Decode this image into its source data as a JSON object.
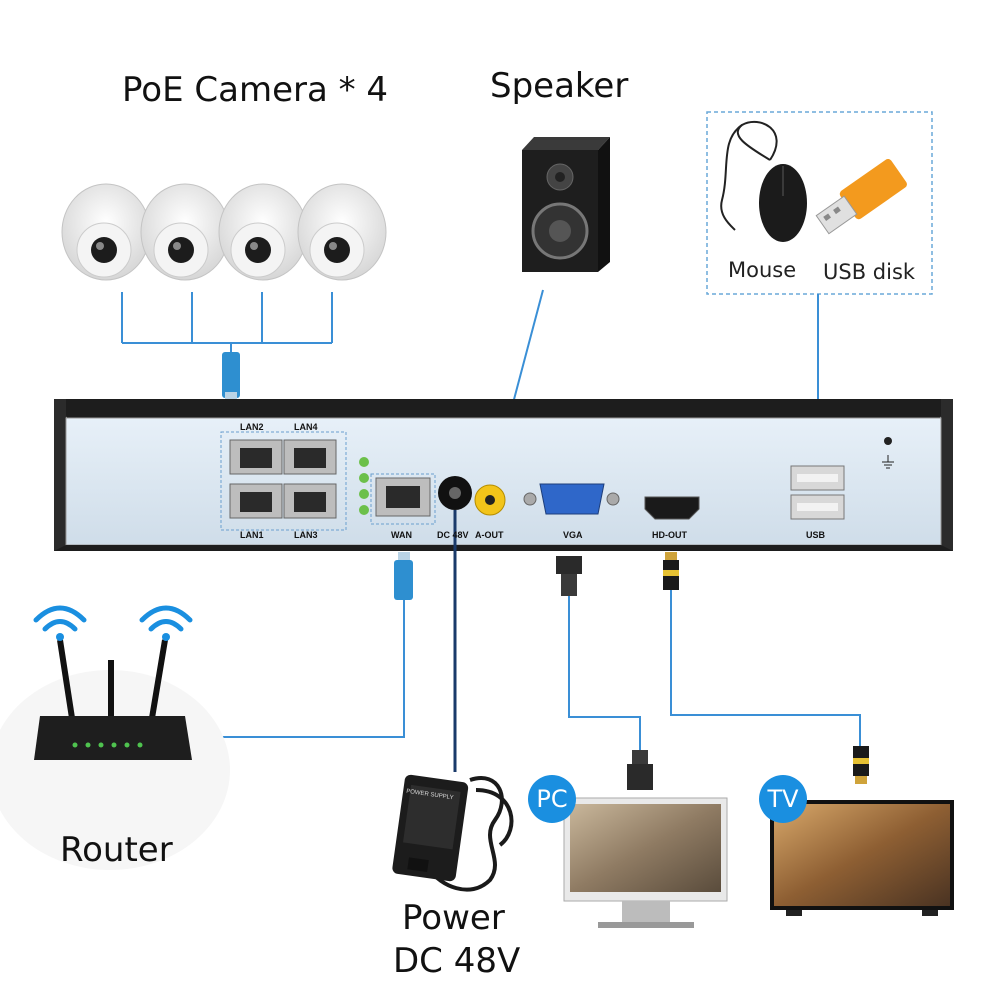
{
  "labels": {
    "cameras": "PoE Camera * 4",
    "speaker": "Speaker",
    "mouse": "Mouse",
    "usb_disk": "USB disk",
    "router": "Router",
    "power_line1": "Power",
    "power_line2": "DC 48V",
    "pc_badge": "PC",
    "tv_badge": "TV"
  },
  "ports": {
    "lan2": "LAN2",
    "lan4": "LAN4",
    "lan1": "LAN1",
    "lan3": "LAN3",
    "wan": "WAN",
    "dc48v": "DC 48V",
    "aout": "A-OUT",
    "vga": "VGA",
    "hdout": "HD-OUT",
    "usb": "USB"
  },
  "power_supply_text": "POWER SUPPLY",
  "colors": {
    "connector_line": "#3a8fd6",
    "badge": "#1a8fe0",
    "nvr_face": "#dbe8f3",
    "nvr_frame": "#2b2b2b"
  }
}
